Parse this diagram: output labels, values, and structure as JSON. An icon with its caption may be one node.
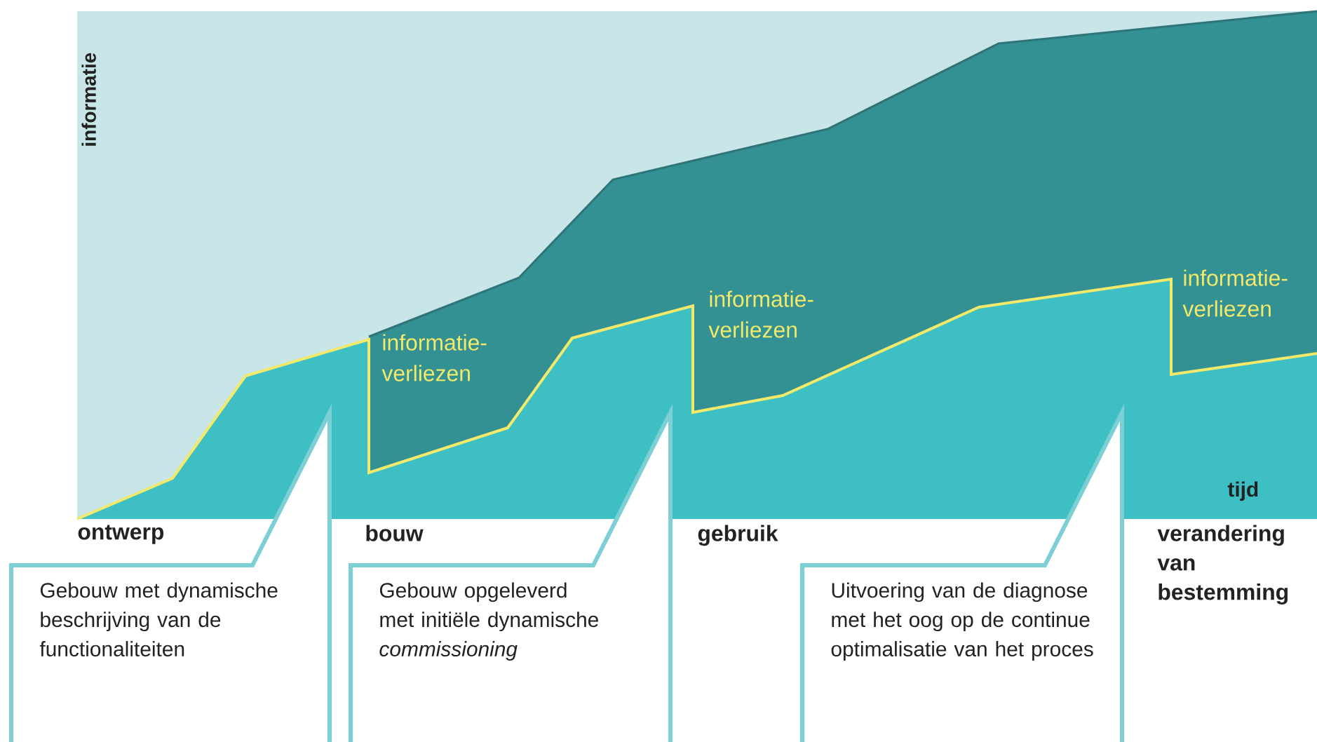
{
  "diagram": {
    "nodes": [
      {
        "text": [
          "Gebouw met dynamische beschrijving van de functionaliteiten"
        ]
      },
      {
        "text": [
          "Gebouw opgeleverd met initiële dynamische *commissioning*"
        ]
      },
      {
        "text": [
          "Uitvoering van de diagnose met het oog op de continue optimalisatie van het proces"
        ]
      }
    ],
    "labels": [
      "informatie",
      "informatie-verliezen",
      "informatie-verliezen",
      "informatie-verliezen",
      "tijd",
      "ontwerp",
      "bouw",
      "gebruik",
      "verandering van bestemming"
    ]
  }
}
